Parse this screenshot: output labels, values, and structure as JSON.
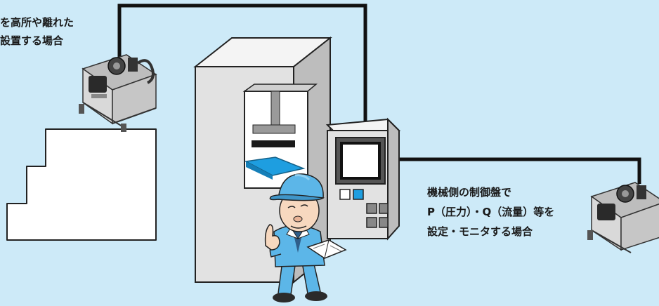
{
  "caption_left": {
    "line1": "を高所や離れた",
    "line2": "設置する場合"
  },
  "caption_right": {
    "line1": "機械側の制御盤で",
    "line2": "P（圧力）・Q（流量）等を",
    "line3": "設定・モニタする場合"
  },
  "colors": {
    "background": "#cdeaf8",
    "machine_body": "#e2e2e2",
    "cable": "#111111",
    "worker_clothes": "#5cb6e8",
    "accent_blue": "#1e9ee0"
  },
  "icons": [
    "hydraulic-unit-icon",
    "worker-illustration",
    "press-machine"
  ]
}
